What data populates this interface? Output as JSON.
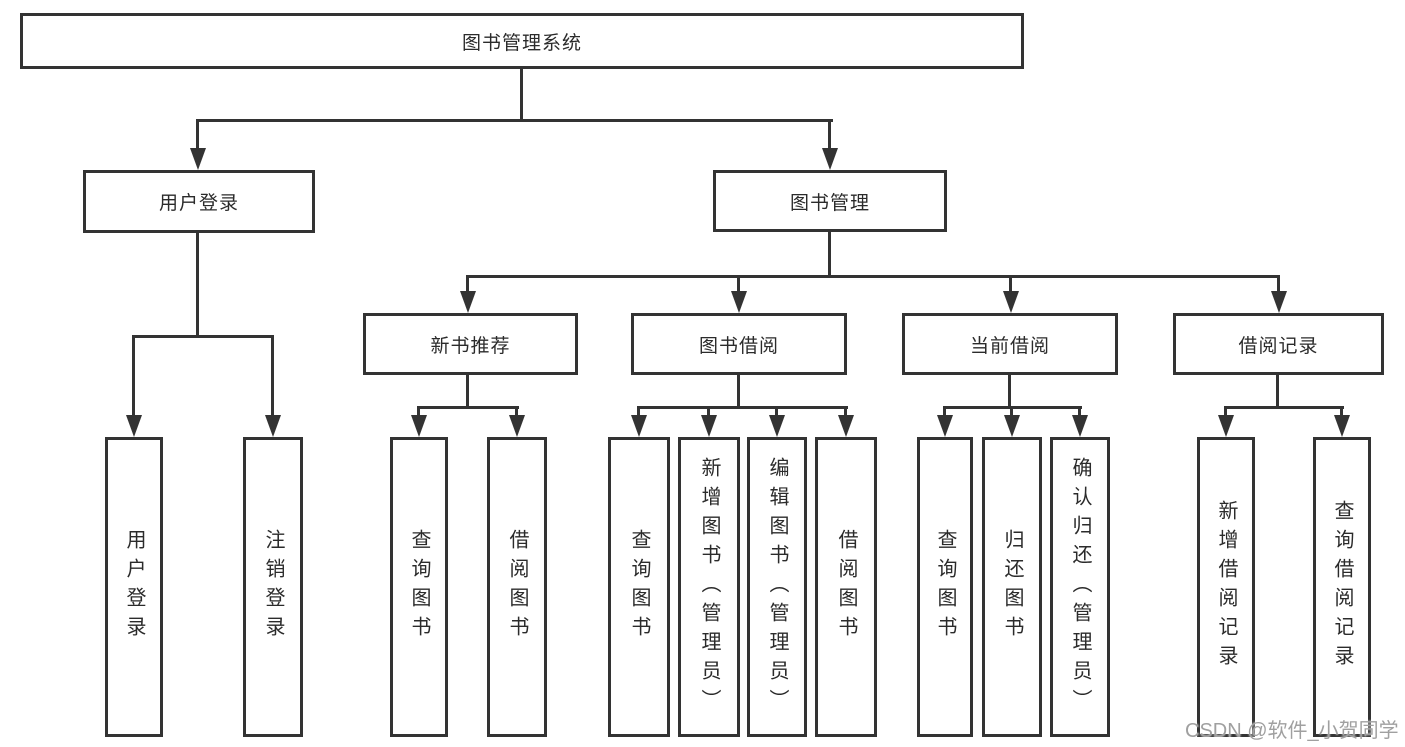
{
  "tree": {
    "root": {
      "label": "图书管理系统"
    },
    "branches": [
      {
        "label": "用户登录",
        "children": [
          {
            "label": "用户登录"
          },
          {
            "label": "注销登录"
          }
        ]
      },
      {
        "label": "图书管理",
        "children": [
          {
            "label": "新书推荐",
            "children": [
              {
                "label": "查询图书"
              },
              {
                "label": "借阅图书"
              }
            ]
          },
          {
            "label": "图书借阅",
            "children": [
              {
                "label": "查询图书"
              },
              {
                "label": "新增图书（管理员）"
              },
              {
                "label": "编辑图书（管理员）"
              },
              {
                "label": "借阅图书"
              }
            ]
          },
          {
            "label": "当前借阅",
            "children": [
              {
                "label": "查询图书"
              },
              {
                "label": "归还图书"
              },
              {
                "label": "确认归还（管理员）"
              }
            ]
          },
          {
            "label": "借阅记录",
            "children": [
              {
                "label": "新增借阅记录"
              },
              {
                "label": "查询借阅记录"
              }
            ]
          }
        ]
      }
    ]
  },
  "watermark": "CSDN @软件_小贺同学",
  "colors": {
    "line": "#333333",
    "text": "#2b2b2b",
    "bg": "#ffffff",
    "watermark": "#a0a0a0"
  }
}
